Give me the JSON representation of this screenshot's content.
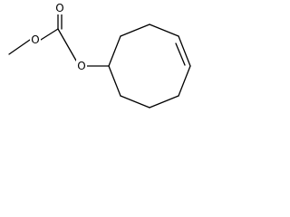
{
  "molecule": {
    "atom_labels": {
      "carbonyl_oxygen": "O",
      "methoxy_oxygen": "O",
      "ester_oxygen": "O"
    },
    "bond_color": "#000000",
    "label_color": "#000000",
    "background": "#ffffff"
  }
}
